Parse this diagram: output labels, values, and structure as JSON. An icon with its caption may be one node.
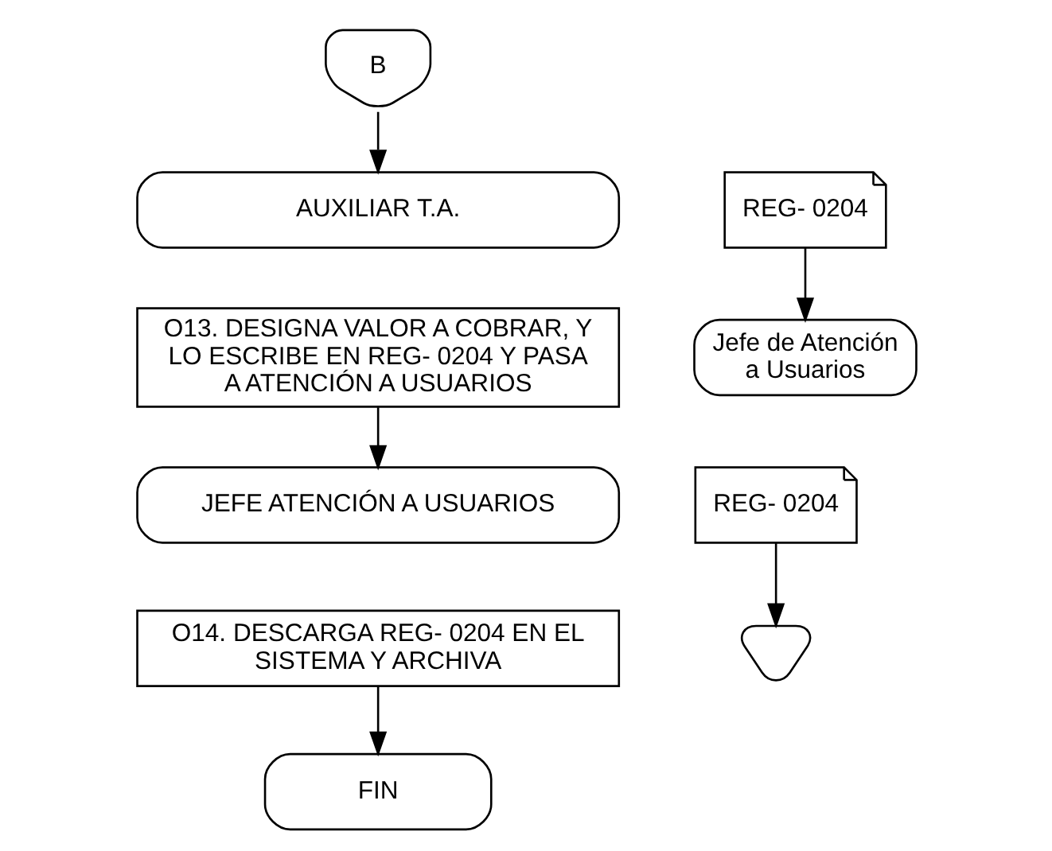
{
  "diagram": {
    "nodes": [
      {
        "text": [
          "B"
        ]
      },
      {
        "text": [
          "AUXILIAR T.A."
        ]
      },
      {
        "text": [
          "O13. DESIGNA VALOR A COBRAR, Y LO ESCRIBE EN REG- 0204 Y PASA A ATENCIÓN A USUARIOS"
        ]
      },
      {
        "text": [
          "REG- 0204"
        ]
      },
      {
        "text": [
          "Jefe de Atención a Usuarios"
        ]
      },
      {
        "text": [
          "JEFE ATENCIÓN A USUARIOS"
        ]
      },
      {
        "text": [
          "O14. DESCARGA REG- 0204 EN EL SISTEMA Y ARCHIVA"
        ]
      },
      {
        "text": [
          "REG- 0204"
        ]
      },
      {
        "text": [],
        "shape": "triangle"
      },
      {
        "text": [
          "FIN"
        ]
      }
    ],
    "edges": [
      {
        "from": 0,
        "to": 1,
        "arrow": "to"
      },
      {
        "from": 3,
        "to": 4,
        "arrow": "to"
      },
      {
        "from": 2,
        "to": 5,
        "arrow": "to"
      },
      {
        "from": 7,
        "to": 8,
        "arrow": "to"
      },
      {
        "from": 6,
        "to": 9,
        "arrow": "to"
      }
    ]
  }
}
